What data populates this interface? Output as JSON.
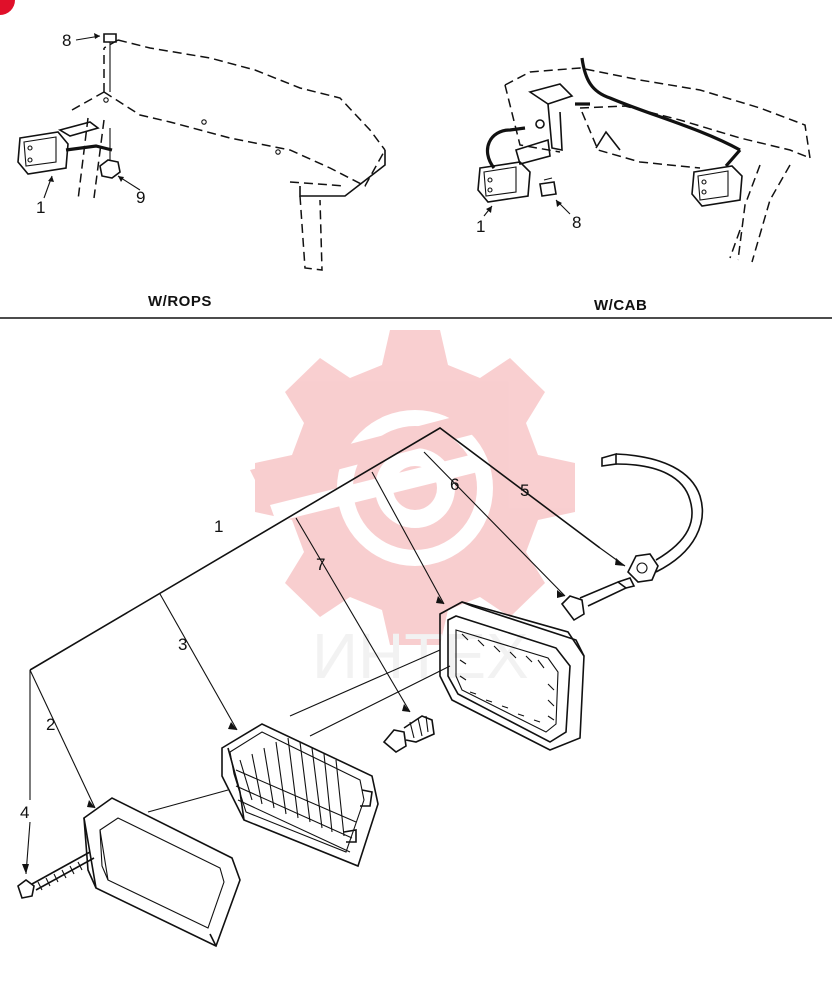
{
  "colors": {
    "line": "#111111",
    "corner_mark": "#e0102a",
    "watermark": "#f4a7a9",
    "watermark_text": "#e9e9e9"
  },
  "captions": {
    "rops": "W/ROPS",
    "cab": "W/CAB"
  },
  "callouts_rops": {
    "screw": "8",
    "lamp": "1",
    "nut": "9"
  },
  "callouts_cab": {
    "lamp": "1",
    "screw": "8"
  },
  "callouts_exploded": {
    "assembly": "1",
    "bezel": "2",
    "lamp_unit": "3",
    "mount_screw": "4",
    "wire_lead": "5",
    "socket_plug": "6",
    "bulb": "7"
  },
  "watermark": {
    "text": "ИНТЕХ",
    "icon": "gear-logo-icon"
  }
}
